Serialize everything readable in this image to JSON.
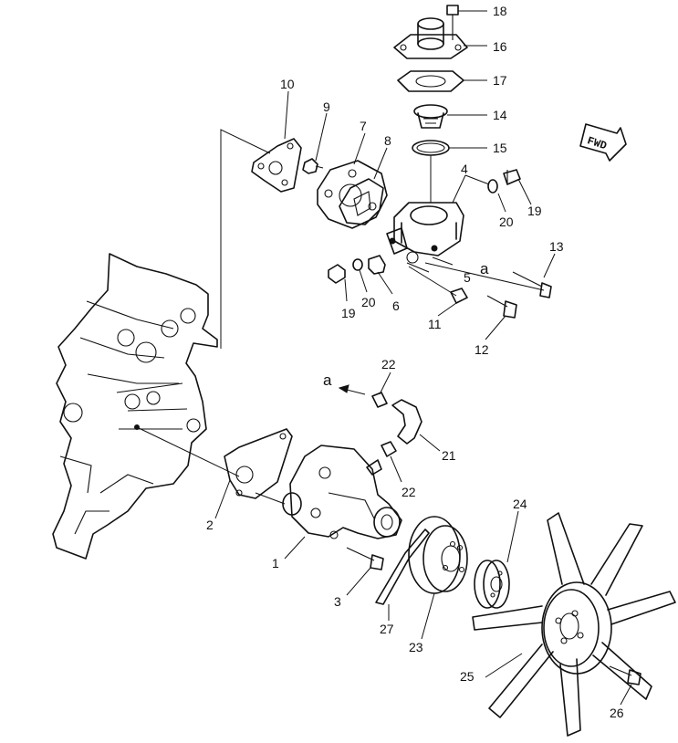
{
  "callouts": [
    {
      "id": "18",
      "label": "18"
    },
    {
      "id": "16",
      "label": "16"
    },
    {
      "id": "17",
      "label": "17"
    },
    {
      "id": "14",
      "label": "14"
    },
    {
      "id": "15",
      "label": "15"
    },
    {
      "id": "10",
      "label": "10"
    },
    {
      "id": "9",
      "label": "9"
    },
    {
      "id": "7",
      "label": "7"
    },
    {
      "id": "8",
      "label": "8"
    },
    {
      "id": "4",
      "label": "4"
    },
    {
      "id": "20a",
      "label": "20"
    },
    {
      "id": "19a",
      "label": "19"
    },
    {
      "id": "13",
      "label": "13"
    },
    {
      "id": "5",
      "label": "5"
    },
    {
      "id": "a1",
      "label": "a"
    },
    {
      "id": "19b",
      "label": "19"
    },
    {
      "id": "20b",
      "label": "20"
    },
    {
      "id": "6",
      "label": "6"
    },
    {
      "id": "11",
      "label": "11"
    },
    {
      "id": "12",
      "label": "12"
    },
    {
      "id": "22a",
      "label": "22"
    },
    {
      "id": "a2",
      "label": "a"
    },
    {
      "id": "21",
      "label": "21"
    },
    {
      "id": "22b",
      "label": "22"
    },
    {
      "id": "2",
      "label": "2"
    },
    {
      "id": "1",
      "label": "1"
    },
    {
      "id": "3",
      "label": "3"
    },
    {
      "id": "24",
      "label": "24"
    },
    {
      "id": "27",
      "label": "27"
    },
    {
      "id": "23",
      "label": "23"
    },
    {
      "id": "25",
      "label": "25"
    },
    {
      "id": "26",
      "label": "26"
    }
  ],
  "fwd_label": "FWD"
}
